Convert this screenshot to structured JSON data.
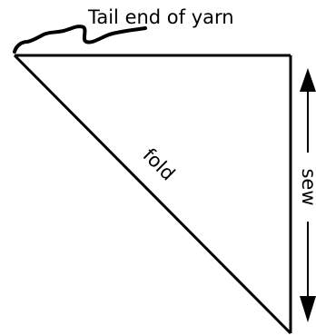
{
  "labels": {
    "yarn_tail": "Tail end of yarn",
    "fold": "fold",
    "sew": "sew"
  },
  "colors": {
    "line": "#000000",
    "background": "#ffffff"
  },
  "icons": {
    "arrow_up": "arrowhead-up-icon",
    "arrow_down": "arrowhead-down-icon"
  }
}
